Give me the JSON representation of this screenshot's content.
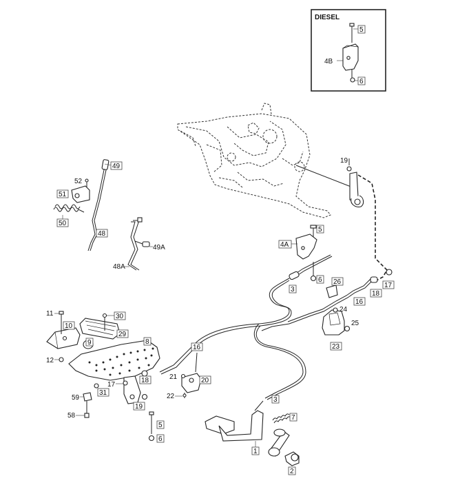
{
  "inset": {
    "title": "DIESEL"
  },
  "callouts": [
    {
      "id": "c5a",
      "text": "5"
    },
    {
      "id": "c4B",
      "text": "4B"
    },
    {
      "id": "c6a",
      "text": "6"
    },
    {
      "id": "c19a",
      "text": "19"
    },
    {
      "id": "c49",
      "text": "49"
    },
    {
      "id": "c52",
      "text": "52"
    },
    {
      "id": "c51",
      "text": "51"
    },
    {
      "id": "c50",
      "text": "50"
    },
    {
      "id": "c48",
      "text": "48"
    },
    {
      "id": "c49A",
      "text": "49A"
    },
    {
      "id": "c48A",
      "text": "48A"
    },
    {
      "id": "c5b",
      "text": "5"
    },
    {
      "id": "c4A",
      "text": "4A"
    },
    {
      "id": "c3a",
      "text": "3"
    },
    {
      "id": "c6b",
      "text": "6"
    },
    {
      "id": "c26",
      "text": "26"
    },
    {
      "id": "c17",
      "text": "17"
    },
    {
      "id": "c18a",
      "text": "18"
    },
    {
      "id": "c16a",
      "text": "16"
    },
    {
      "id": "c24",
      "text": "24"
    },
    {
      "id": "c25",
      "text": "25"
    },
    {
      "id": "c23",
      "text": "23"
    },
    {
      "id": "c11",
      "text": "11"
    },
    {
      "id": "c30",
      "text": "30"
    },
    {
      "id": "c10",
      "text": "10"
    },
    {
      "id": "c29",
      "text": "29"
    },
    {
      "id": "c9",
      "text": "9"
    },
    {
      "id": "c8",
      "text": "8"
    },
    {
      "id": "c12",
      "text": "12"
    },
    {
      "id": "c16b",
      "text": "16"
    },
    {
      "id": "c21",
      "text": "21"
    },
    {
      "id": "c20",
      "text": "20"
    },
    {
      "id": "c18b",
      "text": "18"
    },
    {
      "id": "c17b",
      "text": "17"
    },
    {
      "id": "c31",
      "text": "31"
    },
    {
      "id": "c22",
      "text": "22"
    },
    {
      "id": "c59",
      "text": "59"
    },
    {
      "id": "c19b",
      "text": "19"
    },
    {
      "id": "c58",
      "text": "58"
    },
    {
      "id": "c5c",
      "text": "5"
    },
    {
      "id": "c6c",
      "text": "6"
    },
    {
      "id": "c3b",
      "text": "3"
    },
    {
      "id": "c7",
      "text": "7"
    },
    {
      "id": "c1",
      "text": "1"
    },
    {
      "id": "c2",
      "text": "2"
    }
  ]
}
